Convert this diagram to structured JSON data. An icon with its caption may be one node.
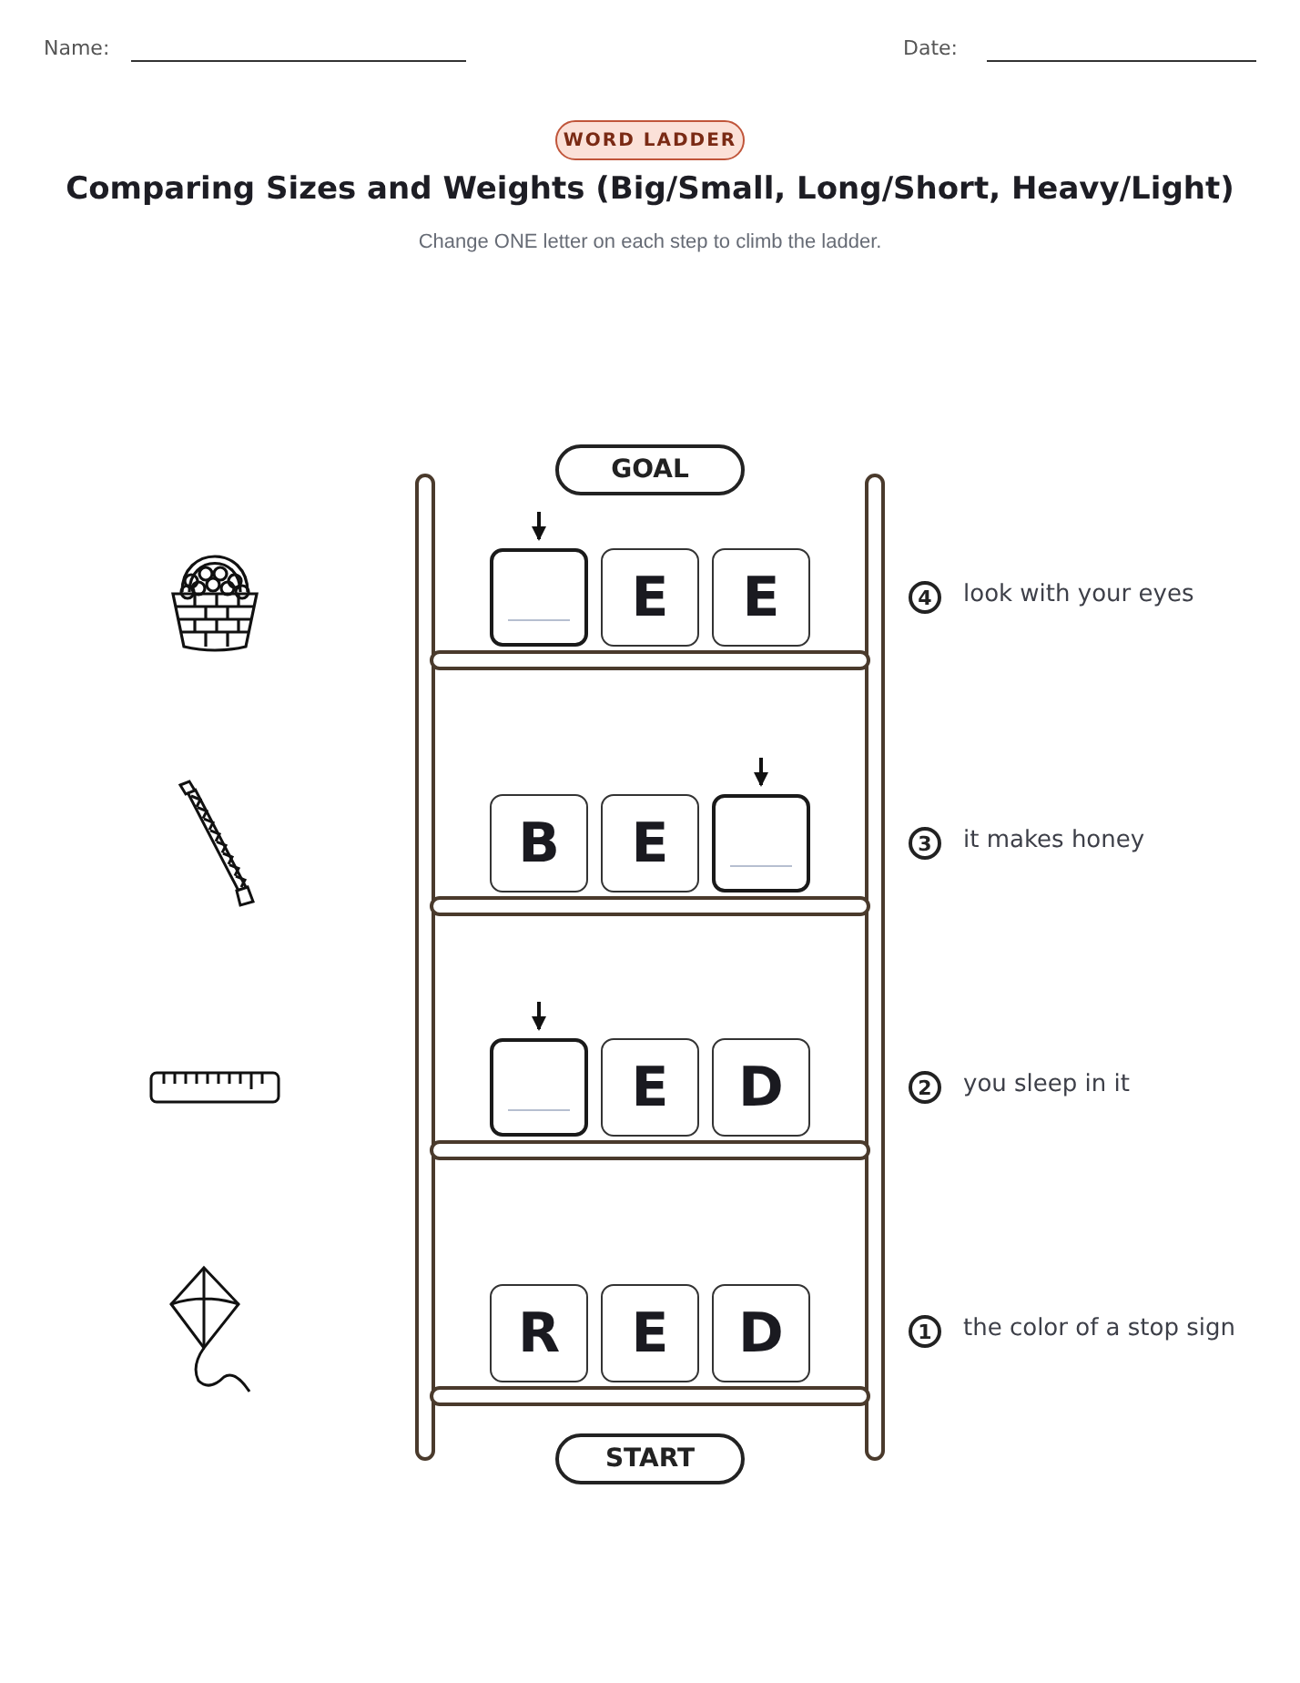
{
  "diagram": {
    "title": "Comparing Sizes and Weights (Big/Small, Long/Short, Heavy/Light)",
    "nodes": [
      {
        "text": [
          "GOAL"
        ]
      },
      {
        "text": [],
        "shape": "box"
      },
      {
        "text": [
          "E"
        ]
      },
      {
        "text": [
          "E"
        ]
      },
      {
        "text": [
          "B"
        ]
      },
      {
        "text": [
          "E"
        ]
      },
      {
        "text": [],
        "shape": "box"
      },
      {
        "text": [],
        "shape": "box"
      },
      {
        "text": [
          "E"
        ]
      },
      {
        "text": [
          "D"
        ]
      },
      {
        "text": [
          "R"
        ]
      },
      {
        "text": [
          "E"
        ]
      },
      {
        "text": [
          "D"
        ]
      },
      {
        "text": [
          "START"
        ]
      }
    ],
    "edges": [
      {
        "from": null,
        "to": 1,
        "arrow": "to"
      },
      {
        "from": null,
        "to": 6,
        "arrow": "to"
      },
      {
        "from": null,
        "to": 7,
        "arrow": "to"
      }
    ],
    "labels": [
      "Name:",
      "Date:",
      "WORD LADDER",
      "Change ONE letter on each step to climb the ladder.",
      "4",
      "look with your eyes",
      "3",
      "it makes honey",
      "2",
      "you sleep in it",
      "1",
      "the color of a stop sign"
    ]
  }
}
